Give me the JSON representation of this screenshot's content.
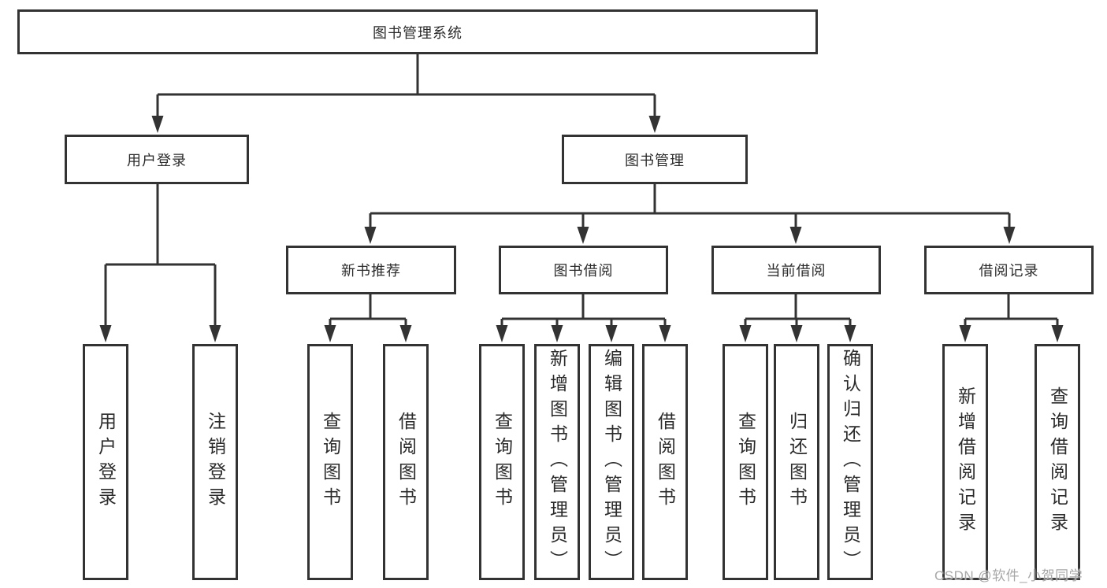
{
  "colors": {
    "line": "#333333",
    "box_border": "#333333",
    "box_fill": "#ffffff",
    "text": "#2b2b2b",
    "background": "#ffffff",
    "watermark": "#a8a8a8"
  },
  "tree": {
    "root": {
      "label": "图书管理系统"
    },
    "children": [
      {
        "label": "用户登录",
        "children": [
          {
            "label": "用户登录"
          },
          {
            "label": "注销登录"
          }
        ]
      },
      {
        "label": "图书管理",
        "children": [
          {
            "label": "新书推荐",
            "children": [
              {
                "label": "查询图书"
              },
              {
                "label": "借阅图书"
              }
            ]
          },
          {
            "label": "图书借阅",
            "children": [
              {
                "label": "查询图书"
              },
              {
                "label": "新增图书（管理员）"
              },
              {
                "label": "编辑图书（管理员）"
              },
              {
                "label": "借阅图书"
              }
            ]
          },
          {
            "label": "当前借阅",
            "children": [
              {
                "label": "查询图书"
              },
              {
                "label": "归还图书"
              },
              {
                "label": "确认归还（管理员）"
              }
            ]
          },
          {
            "label": "借阅记录",
            "children": [
              {
                "label": "新增借阅记录"
              },
              {
                "label": "查询借阅记录"
              }
            ]
          }
        ]
      }
    ]
  },
  "watermark": {
    "text": "CSDN @软件_小贺同学"
  }
}
